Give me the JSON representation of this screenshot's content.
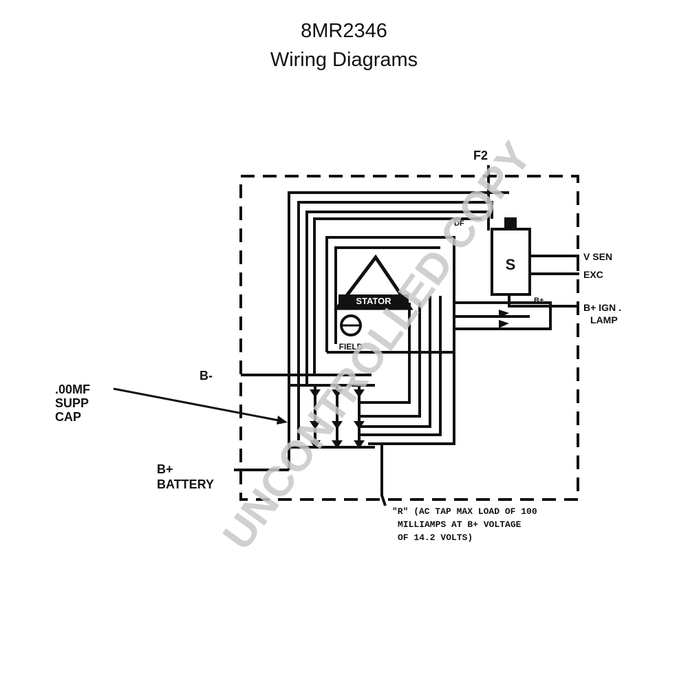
{
  "header": {
    "part_number": "8MR2346",
    "subtitle": "Wiring Diagrams"
  },
  "diagram": {
    "terminals": {
      "f2": "F2",
      "df": "DF",
      "v_sen": "V SEN",
      "exc": "EXC",
      "b_plus_small": "B+",
      "b_plus_ign_lamp_1": "B+ IGN .",
      "b_plus_ign_lamp_2": "LAMP",
      "b_minus": "B-",
      "supp_cap_1": ".00MF",
      "supp_cap_2": "SUPP",
      "supp_cap_3": "CAP",
      "b_plus_battery_1": "B+",
      "b_plus_battery_2": "BATTERY"
    },
    "components": {
      "regulator": "S",
      "stator": "STATOR",
      "field": "FIELD"
    },
    "notes": {
      "r_tap_1": "\"R\" (AC TAP MAX LOAD OF 100",
      "r_tap_2": "MILLIAMPS AT B+ VOLTAGE",
      "r_tap_3": "OF 14.2 VOLTS)"
    }
  },
  "watermark": {
    "text": "UNCONTROLLED COPY"
  },
  "colors": {
    "ink": "#111111",
    "watermark": "#c8c8c8",
    "background": "#ffffff"
  }
}
